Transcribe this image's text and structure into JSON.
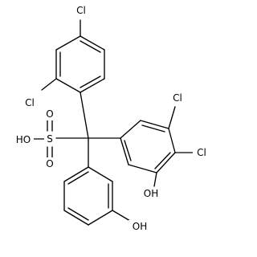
{
  "molecule": {
    "labels": {
      "cl_top": "Cl",
      "cl_ortho": "Cl",
      "cl_meta": "Cl",
      "cl_para": "Cl",
      "hydroxy_sulfo": "HO",
      "sulfur": "S",
      "oxygen_up": "O",
      "oxygen_down": "O",
      "hydroxy_right": "OH",
      "hydroxy_bottom": "OH"
    }
  }
}
